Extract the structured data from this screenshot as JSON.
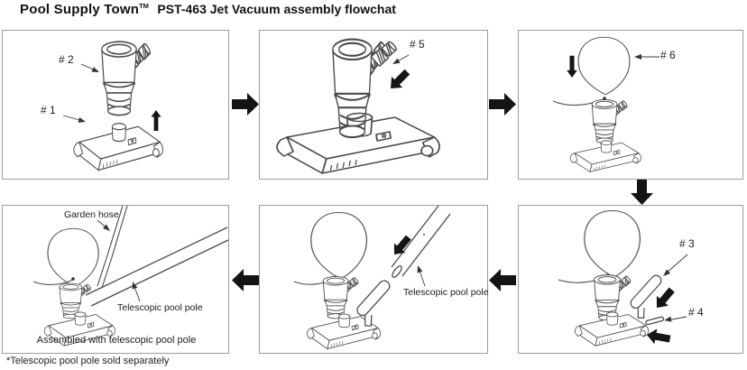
{
  "title": {
    "brand": "Pool Supply Town",
    "trademark": "TM",
    "subtitle": "PST-463 Jet Vacuum assembly flowchat"
  },
  "footnote": "*Telescopic pool pole sold separately",
  "colors": {
    "background": "#ffffff",
    "panel_border": "#9b9b9b",
    "line_art": "#4a4a4a",
    "arrow": "#141414",
    "text": "#1b1b1b"
  },
  "panels": {
    "step1": {
      "labels": {
        "part2": "# 2",
        "part1": "# 1"
      }
    },
    "step2": {
      "labels": {
        "part5": "# 5"
      }
    },
    "step3": {
      "labels": {
        "part6": "# 6"
      }
    },
    "step4": {
      "labels": {
        "part3": "# 3",
        "part4": "# 4"
      }
    },
    "step5": {
      "labels": {
        "pole": "Telescopic pool pole"
      }
    },
    "step6": {
      "labels": {
        "garden_hose": "Garden hose",
        "pole": "Telescopic pool pole",
        "caption": "Assembled with telescopic pool pole"
      }
    }
  },
  "icons": {
    "flow_right": "solid-right-arrow",
    "flow_down": "solid-down-arrow",
    "flow_left": "solid-left-arrow",
    "assemble_up": "thin-up-arrow",
    "assemble_down": "thin-down-arrow",
    "assemble_diagonal": "solid-diagonal-arrow"
  }
}
